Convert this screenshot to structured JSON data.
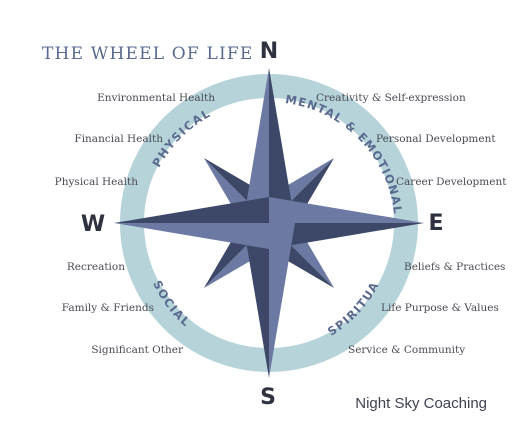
{
  "title": "THE WHEEL OF LIFE",
  "compass": {
    "north": "N",
    "east": "E",
    "south": "S",
    "west": "W"
  },
  "quadrants": {
    "physical": "PHYSICAL",
    "mental": "MENTAL & EMOTIONAL",
    "social": "SOCIAL",
    "spiritual": "SPIRITUAL"
  },
  "left_labels": [
    "Environmental Health",
    "Financial Health",
    "Physical Health",
    "Recreation",
    "Family & Friends",
    "Significant Other"
  ],
  "right_labels": [
    "Creativity & Self-expression",
    "Personal Development",
    "Career Development",
    "Beliefs & Practices",
    "Life Purpose & Values",
    "Service & Community"
  ],
  "brand": "Night Sky Coaching",
  "colors": {
    "ring": "#b5d3d9",
    "star_light": "#6c7aa3",
    "star_dark": "#3d4868",
    "title": "#5a6a8f",
    "ring_text": "#5a6a8f"
  }
}
